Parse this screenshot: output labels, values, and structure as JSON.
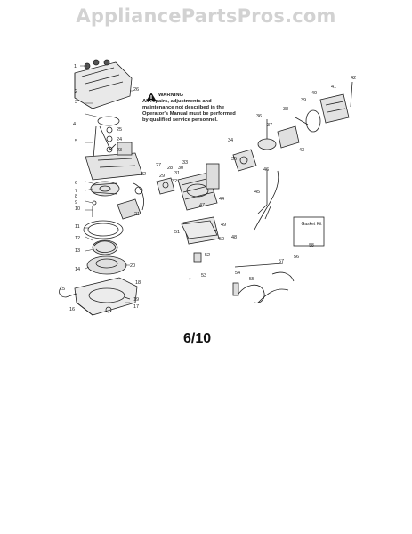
{
  "watermark": "AppliancePartsPros.com",
  "page_label": "6/10",
  "warning": {
    "title": "WARNING",
    "body": "All repairs, adjustments and maintenance not described in the Operator's Manual must be performed by qualified service personnel."
  },
  "gasket_kit": {
    "label": "Gasket Kit",
    "number": "58"
  },
  "part_numbers": [
    "1",
    "2",
    "3",
    "4",
    "5",
    "6",
    "7",
    "8",
    "9",
    "10",
    "11",
    "12",
    "13",
    "14",
    "15",
    "16",
    "17",
    "18",
    "19",
    "20",
    "21",
    "22",
    "23",
    "24",
    "25",
    "26",
    "27",
    "28",
    "29",
    "30",
    "31",
    "32",
    "33",
    "34",
    "35",
    "36",
    "37",
    "38",
    "39",
    "40",
    "41",
    "42",
    "43",
    "44",
    "45",
    "46",
    "47",
    "48",
    "49",
    "50",
    "51",
    "52",
    "53",
    "54",
    "55",
    "56",
    "57"
  ]
}
